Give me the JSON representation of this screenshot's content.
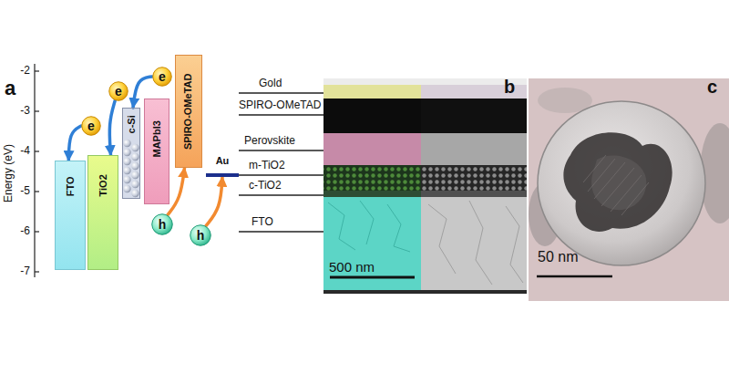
{
  "diagram": {
    "nodes": [
      {
        "text": [
          "FTO"
        ]
      },
      {
        "text": [
          "TiO2"
        ]
      },
      {
        "text": [
          "c-Si"
        ]
      },
      {
        "text": [
          "MAPbI3"
        ]
      },
      {
        "text": [
          "SPIRO-OMeTAD"
        ]
      },
      {
        "text": [
          "Au"
        ]
      },
      {
        "text": [
          "e"
        ]
      },
      {
        "text": [
          "e"
        ]
      },
      {
        "text": [
          "e"
        ]
      },
      {
        "text": [
          "h"
        ]
      },
      {
        "text": [
          "h"
        ]
      }
    ],
    "edges": [
      {
        "from": 6,
        "to": 0,
        "arrow": "to"
      },
      {
        "from": 7,
        "to": 1,
        "arrow": "to"
      },
      {
        "from": 8,
        "to": 2,
        "arrow": "to"
      },
      {
        "from": 9,
        "to": 4,
        "arrow": "to"
      },
      {
        "from": 10,
        "to": 5,
        "arrow": "to"
      }
    ],
    "labels": [
      "a",
      "Energy (eV)",
      "-2",
      "-3",
      "-4",
      "-5",
      "-6",
      "-7",
      "Gold",
      "SPIRO-OMeTAD",
      "Perovskite",
      "m-TiO2",
      "c-TiO2",
      "FTO",
      "b",
      "500 nm",
      "c",
      "50 nm"
    ]
  }
}
